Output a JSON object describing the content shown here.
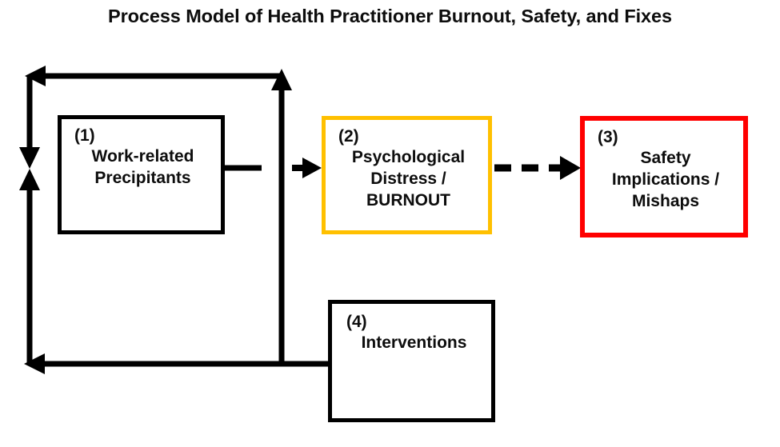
{
  "title": "Process Model of Health Practitioner Burnout, Safety, and Fixes",
  "colors": {
    "black": "#000000",
    "yellow": "#FFC000",
    "red": "#FF0000",
    "background": "#FFFFFF",
    "text": "#0D0D0D"
  },
  "nodes": [
    {
      "id": "node-1",
      "number": "(1)",
      "label": "Work-related\nPrecipitants",
      "border_color": "#000000"
    },
    {
      "id": "node-2",
      "number": "(2)",
      "label": "Psychological\nDistress /\nBURNOUT",
      "border_color": "#FFC000"
    },
    {
      "id": "node-3",
      "number": "(3)",
      "label": "Safety\nImplications /\nMishaps",
      "border_color": "#FF0000"
    },
    {
      "id": "node-4",
      "number": "(4)",
      "label": "Interventions",
      "border_color": "#000000"
    }
  ],
  "connectors": [
    {
      "id": "arrow-1-to-2",
      "from": "node-1",
      "to": "node-2",
      "style": "solid",
      "arrowhead": "single"
    },
    {
      "id": "arrow-2-to-3",
      "from": "node-2",
      "to": "node-3",
      "style": "dashed",
      "arrowhead": "single"
    },
    {
      "id": "feedback-loop-top",
      "from": "node-2",
      "to": "node-1",
      "style": "solid",
      "arrowhead": "double"
    },
    {
      "id": "feedback-loop-bottom",
      "from": "node-4",
      "to": "node-1",
      "style": "solid",
      "arrowhead": "single"
    }
  ]
}
